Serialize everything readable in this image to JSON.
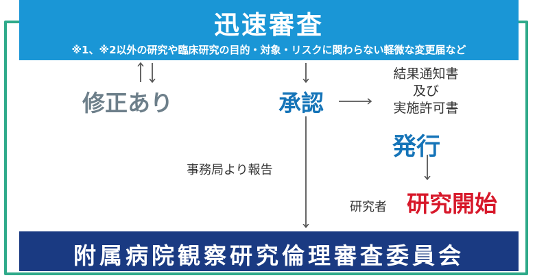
{
  "expedited_review": {
    "title": "迅速審査",
    "subtitle": "※1、※2以外の研究や臨床研究の目的・対象・リスクに関わらない軽微な変更届など"
  },
  "revision": "修正あり",
  "approval": "承認",
  "notice": {
    "line1": "結果通知書",
    "line2": "及び",
    "line3": "実施許可書",
    "issue": "発行"
  },
  "report": "事務局より報告",
  "researcher": "研究者",
  "research_start": "研究開始",
  "committee": "附属病院観察研究倫理審査委員会",
  "colors": {
    "frame": "#2faa8a",
    "top_box": "#1a96d6",
    "bottom_box": "#1a3a82",
    "accent_blue": "#1574b8",
    "accent_red": "#d7182a",
    "gray_text": "#6d7f8a"
  }
}
